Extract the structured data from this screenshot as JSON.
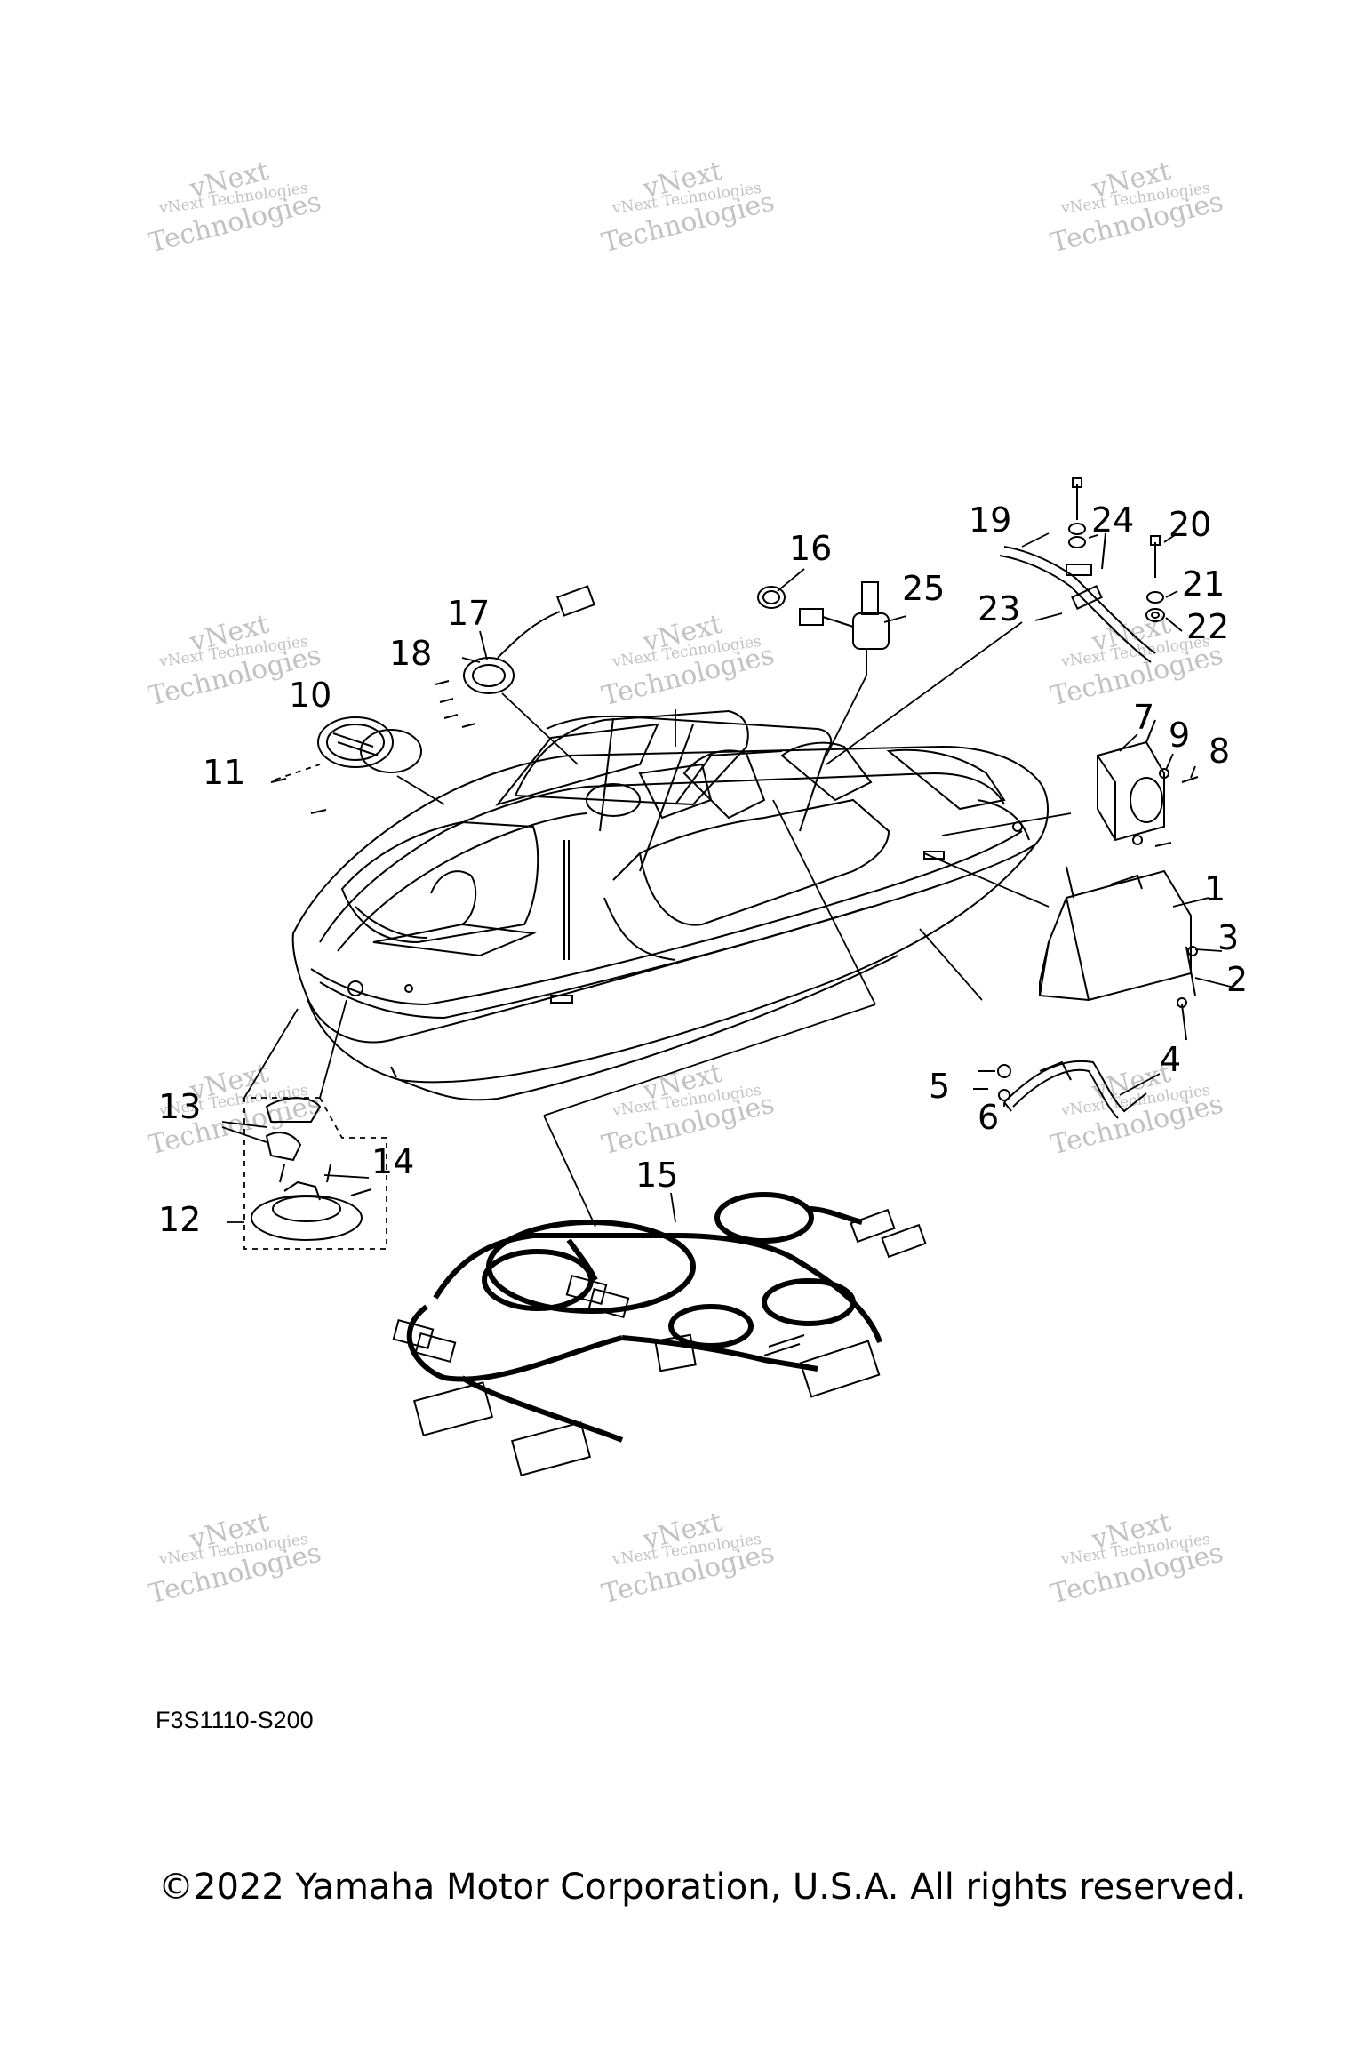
{
  "watermark": {
    "line1": "vNext Technologies",
    "line2": "vNext",
    "line3": "Technologies"
  },
  "callouts": [
    "1",
    "2",
    "3",
    "4",
    "5",
    "6",
    "7",
    "8",
    "9",
    "10",
    "11",
    "12",
    "13",
    "14",
    "15",
    "16",
    "17",
    "18",
    "19",
    "20",
    "21",
    "22",
    "23",
    "24",
    "25"
  ],
  "diagram_code": "F3S1110-S200",
  "copyright": "©2022 Yamaha Motor Corporation, U.S.A. All rights reserved."
}
